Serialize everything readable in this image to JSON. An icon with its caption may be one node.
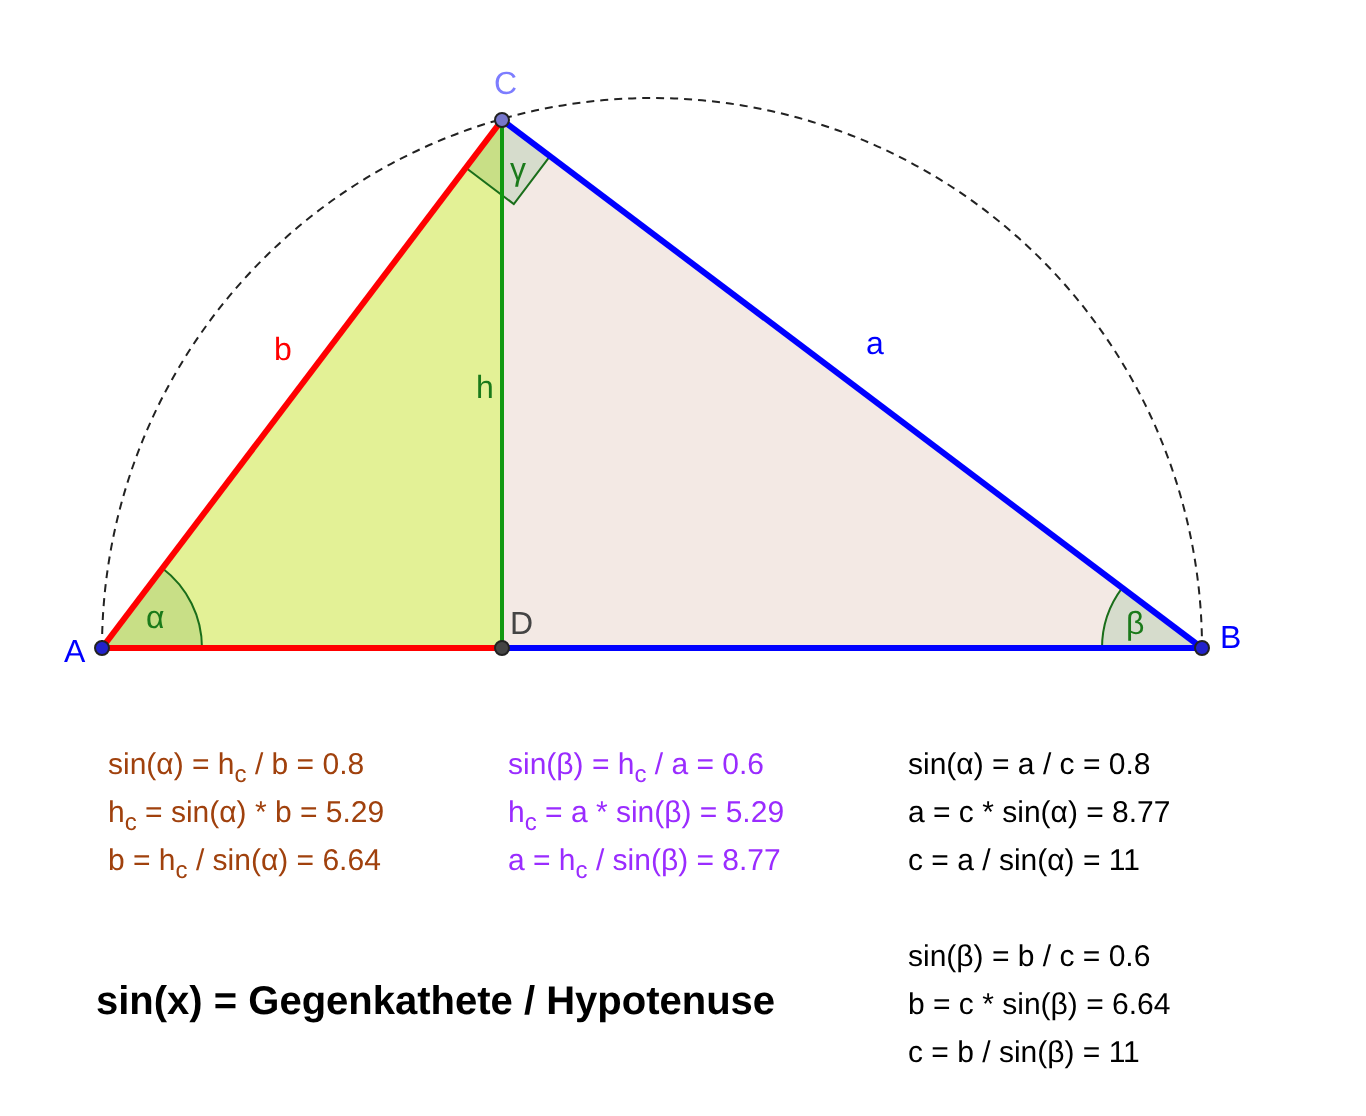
{
  "diagram": {
    "title": "sin(x) = Gegenkathete / Hypotenuse",
    "labels": [
      "C",
      "γ",
      "b",
      "h",
      "a",
      "A",
      "α",
      "D",
      "β",
      "B",
      "sin(α) = h$_{c}$ / b = 0.8",
      "sin(β) = h$_{c}$ / a = 0.6",
      "sin(α) = a / c = 0.8",
      "h$_{c}$ = sin(α) * b = 5.29",
      "h$_{c}$ = a * sin(β) = 5.29",
      "a = c * sin(α) = 8.77",
      "b = h$_{c}$ / sin(α) = 6.64",
      "a = h$_{c}$ / sin(β) = 8.77",
      "c = a / sin(α) = 11",
      "sin(β) = b / c = 0.6",
      "b = c * sin(β) = 6.64",
      "c = b / sin(β) = 11"
    ]
  }
}
